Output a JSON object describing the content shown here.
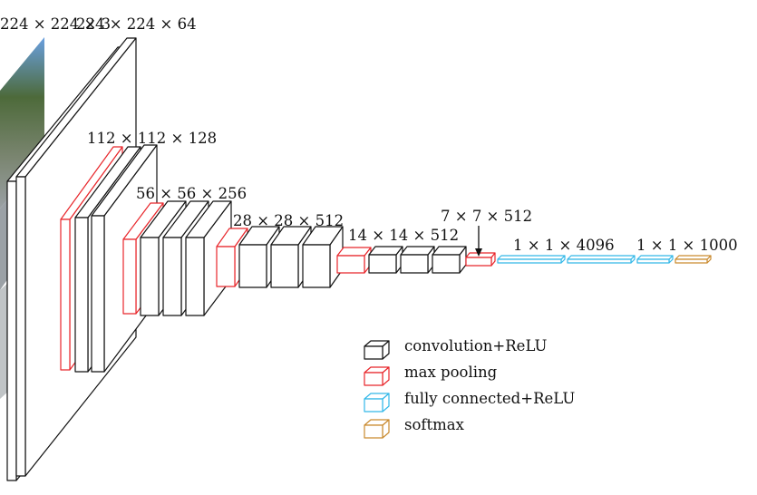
{
  "diagram": {
    "colors": {
      "conv": "#111111",
      "pool": "#e8262b",
      "fc": "#33b8e8",
      "softmax": "#c98a2e",
      "photo_sky": "#6aa0e0",
      "photo_tree": "#4d6a3a"
    },
    "dimension_labels": [
      "224 × 224 × 3",
      "224 × 224 × 64",
      "112 × 112 × 128",
      "56 × 56 × 256",
      "28 × 28 × 512",
      "14 × 14 × 512",
      "7 × 7 × 512",
      "1 × 1 × 4096",
      "1 × 1 × 1000"
    ],
    "legend": [
      {
        "label": "convolution+ReLU",
        "kind": "conv"
      },
      {
        "label": "max pooling",
        "kind": "pool"
      },
      {
        "label": "fully connected+ReLU",
        "kind": "fc"
      },
      {
        "label": "softmax",
        "kind": "softmax"
      }
    ]
  }
}
